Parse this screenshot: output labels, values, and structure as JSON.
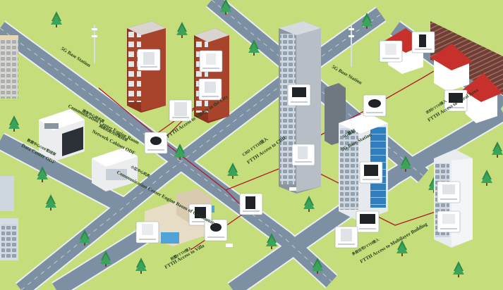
{
  "labels": {
    "base_station_left": "5G Base Station",
    "base_station_right": "5G Base Station",
    "comm_center_bureau": "Communication Center Engine Room",
    "comm_center_bureau_cn": "通信中心局机房",
    "data_center": "Data Center ODF",
    "data_center_cn": "数据中心ODF配线架",
    "network_cabinet": "Network Cabinet ODF",
    "network_cabinet_cn": "网络机柜光纤配线架",
    "comm_center_community": "Communication Center Engine Room of Community",
    "comm_center_community_cn": "小区中心机房",
    "ftth_village": "FTTH Access to Village in the City",
    "ftth_cbd": "FTTH Access to CBD",
    "ftth_cbd_cn": "CBD FTTH接入",
    "base_station_building": "5G Base Station",
    "base_station_building_cn": "5G基站",
    "ftth_villa": "FTTH Access to Villa",
    "ftth_villa_cn": "别墅FTTH接入",
    "ftth_rural": "FTTH Access to Rural Area",
    "ftth_rural_cn": "农村FTTH接入",
    "ftth_multilayer": "FTTH Access to Multilayer Building",
    "ftth_multilayer_cn": "多层住宅FTTH接入"
  },
  "colors": {
    "grass": "#c5dd7a",
    "road": "#7d8fa3",
    "road_edge": "#e9eef2",
    "fiber": "#b0192a",
    "brick": "#a8432c",
    "roof_red": "#c8312b"
  },
  "icons": [
    "cell-tower-icon",
    "server-rack-icon",
    "fiber-closure-icon",
    "pine-tree-icon",
    "car-icon"
  ]
}
